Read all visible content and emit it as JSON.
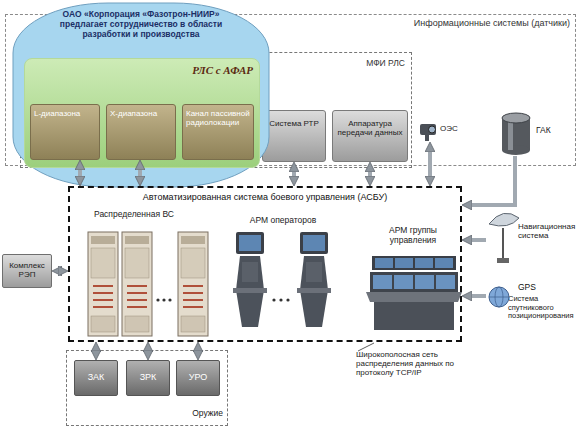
{
  "diagram": {
    "nodes": [
      {
        "text": [
          "Информационные системы (датчики)"
        ]
      },
      {
        "text": [
          "ОАО «Корпорация «Фазотрон-НИИР» предлагает сотрудничество в области разработки и производства"
        ]
      },
      {
        "text": [
          "РЛС с АФАР"
        ],
        "in": 1
      },
      {
        "text": [
          "L-диапазона"
        ],
        "in": 2
      },
      {
        "text": [
          "Х-диапазона"
        ],
        "in": 2
      },
      {
        "text": [
          "Канал пассивной радиолокации"
        ],
        "in": 2
      },
      {
        "text": [
          "МФИ РЛС"
        ],
        "in": 0
      },
      {
        "text": [
          "Система РТР"
        ],
        "in": 6
      },
      {
        "text": [
          "Аппаратура передачи данных"
        ],
        "in": 6
      },
      {
        "text": [
          "ОЭС"
        ],
        "in": 0
      },
      {
        "text": [
          "ГАК"
        ],
        "in": 0
      },
      {
        "text": [
          "Комплекс РЭП"
        ]
      },
      {
        "text": [
          "Автоматизированная система боевого управления (АСБУ)"
        ]
      },
      {
        "text": [
          "Распределенная ВС"
        ],
        "in": 12
      },
      {
        "text": [
          "АРМ операторов"
        ],
        "in": 12
      },
      {
        "text": [
          "АРМ группы управления"
        ],
        "in": 12
      },
      {
        "text": [
          "Навигационная система"
        ]
      },
      {
        "text": [
          "GPS",
          "Система спутникового позиционирования"
        ]
      },
      {
        "text": [
          "Оружие"
        ]
      },
      {
        "text": [
          "ЗАК"
        ],
        "in": 18
      },
      {
        "text": [
          "ЗРК"
        ],
        "in": 18
      },
      {
        "text": [
          "УРО"
        ],
        "in": 18
      }
    ],
    "edges": [
      {
        "from": 3,
        "to": 12,
        "arrow": "both"
      },
      {
        "from": 4,
        "to": 12,
        "arrow": "both"
      },
      {
        "from": 7,
        "to": 12,
        "arrow": "both"
      },
      {
        "from": 8,
        "to": 12,
        "arrow": "both"
      },
      {
        "from": 9,
        "to": 12,
        "arrow": "both"
      },
      {
        "from": 10,
        "to": 12,
        "arrow": "to"
      },
      {
        "from": 11,
        "to": 12,
        "arrow": "both"
      },
      {
        "from": 16,
        "to": 12,
        "arrow": "to"
      },
      {
        "from": 17,
        "to": 12,
        "arrow": "to"
      },
      {
        "from": 12,
        "to": 19,
        "arrow": "both"
      },
      {
        "from": 12,
        "to": 20,
        "arrow": "both"
      },
      {
        "from": 12,
        "to": 21,
        "arrow": "both"
      }
    ],
    "labels": [
      "Широкополосная сеть распределения данных по протоколу TCP/IP"
    ]
  }
}
